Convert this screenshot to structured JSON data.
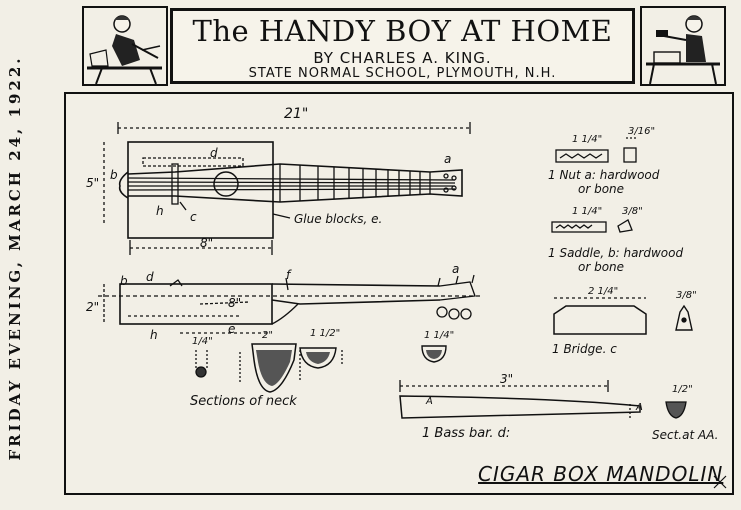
{
  "side": {
    "text": "FRIDAY EVENING, MARCH 24, 1922."
  },
  "header": {
    "title": "The HANDY BOY AT HOME",
    "byline": "BY CHARLES A. KING.",
    "school": "STATE NORMAL SCHOOL, PLYMOUTH, N.H."
  },
  "drawing": {
    "dims": {
      "overall": "21\"",
      "width_side": "5\"",
      "box_length": "8\"",
      "neck_height": "2\"",
      "top_len": "8\"",
      "bass_bar_len": "3\"",
      "nut_len": "1 1/4\"",
      "nut_side": "3/16\"",
      "saddle_len": "1 1/4\"",
      "saddle_side": "3/8\"",
      "bridge_len": "2 1/4\"",
      "bridge_side": "3/8\"",
      "sec1": "2\"",
      "sec2": "1 1/2\"",
      "sec3": "1 1/4\"",
      "sec_small": "1/4\"",
      "sec_aa": "1/2\""
    },
    "labels": {
      "a": "a",
      "b": "b",
      "c": "c",
      "d": "d",
      "e": "e",
      "f": "f",
      "h": "h",
      "glue_blocks": "Glue blocks, e.",
      "nut": "1 Nut a: hardwood",
      "nut2": "or bone",
      "saddle": "1 Saddle, b: hardwood",
      "saddle2": "or bone",
      "bridge": "1 Bridge. c",
      "sections": "Sections of neck",
      "bass_bar": "1 Bass bar. d:",
      "sect_aa": "Sect.at AA.",
      "aa": "A"
    },
    "caption": "CIGAR BOX MANDOLIN"
  }
}
